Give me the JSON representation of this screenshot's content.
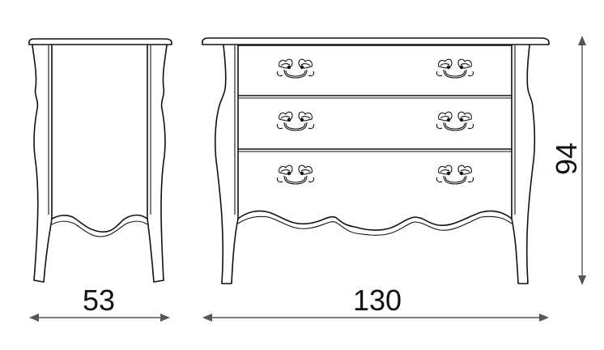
{
  "dimensions": {
    "depth": "53",
    "width": "130",
    "height": "94"
  },
  "views": [
    "side-view",
    "front-view"
  ],
  "drawers": 3,
  "handles_per_drawer": 2,
  "colors": {
    "line": "#111111",
    "dimension_line": "#555555",
    "background": "#ffffff"
  }
}
